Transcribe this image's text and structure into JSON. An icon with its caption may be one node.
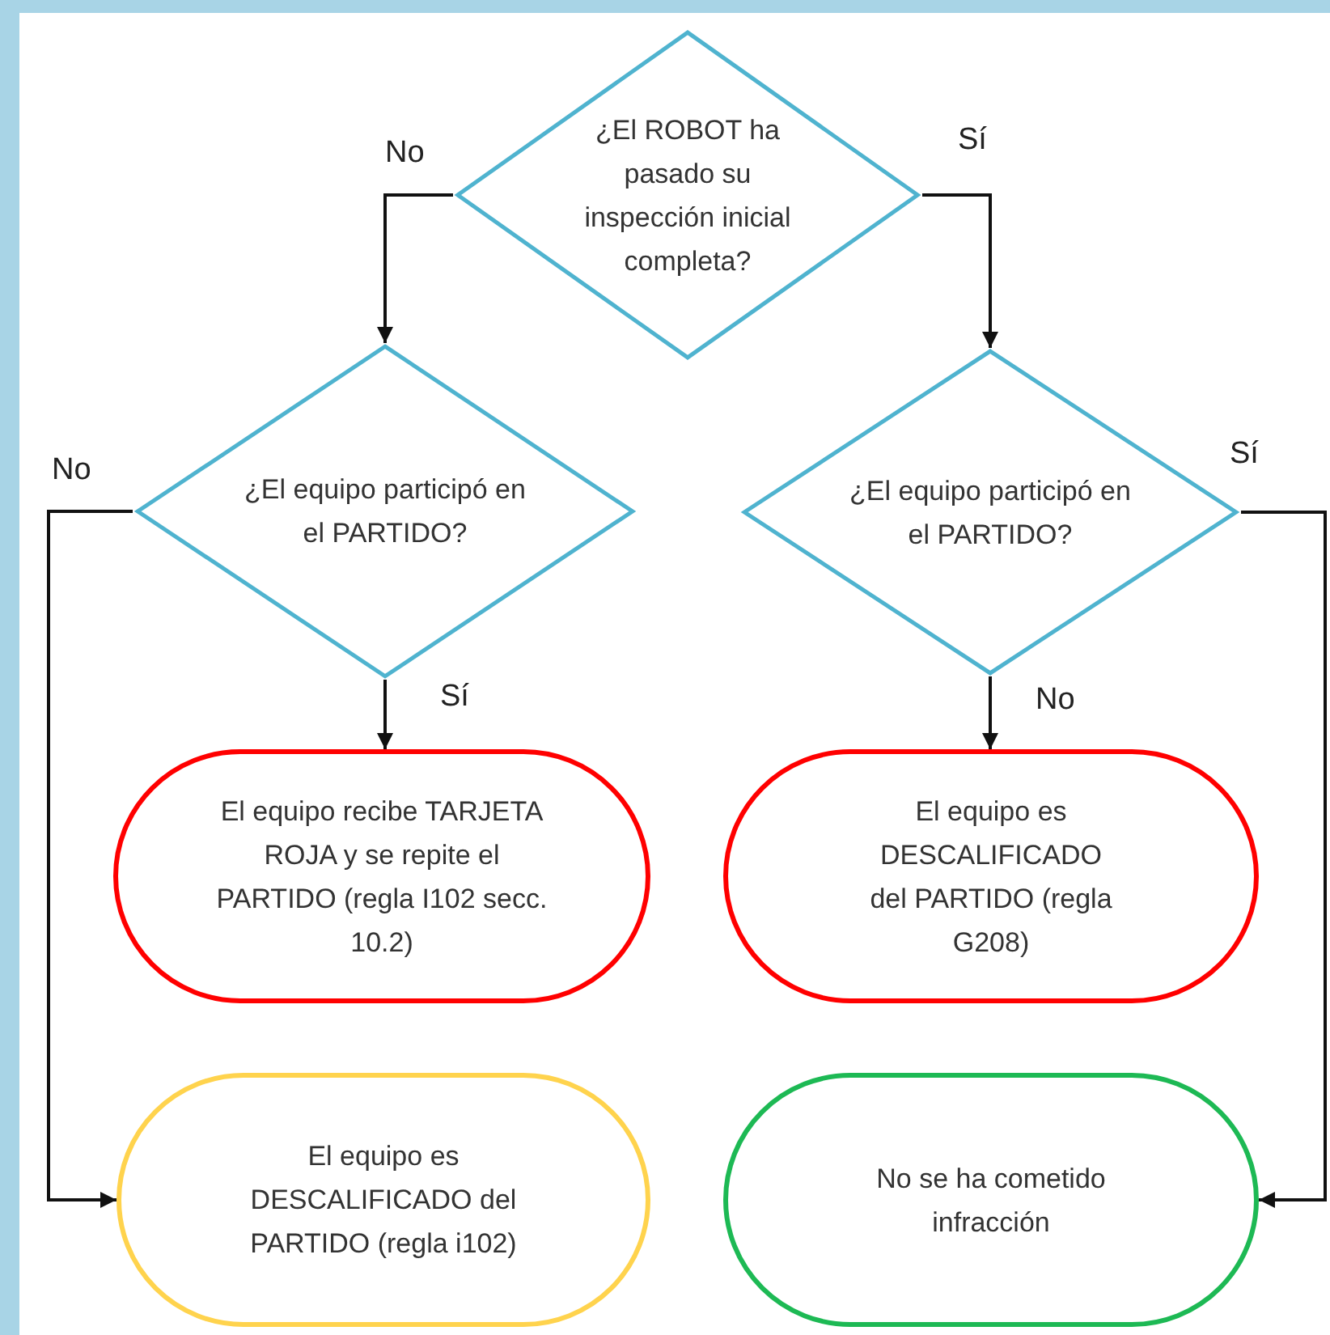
{
  "diagram": {
    "nodes": [
      {
        "text": [
          "¿El ROBOT ha pasado su inspección inicial completa?"
        ]
      },
      {
        "text": [
          "¿El equipo participó en el PARTIDO?"
        ]
      },
      {
        "text": [
          "¿El equipo participó en el PARTIDO?"
        ]
      },
      {
        "text": [
          "El equipo recibe TARJETA ROJA y se repite el PARTIDO (regla I102 secc. 10.2)"
        ]
      },
      {
        "text": [
          "El equipo es DESCALIFICADO del PARTIDO (regla G208)"
        ]
      },
      {
        "text": [
          "El equipo es DESCALIFICADO del PARTIDO (regla i102)"
        ]
      },
      {
        "text": [
          "No se ha cometido infracción"
        ]
      }
    ],
    "edges": [
      {
        "from": 0,
        "to": 1,
        "arrow": "to",
        "label": "No"
      },
      {
        "from": 0,
        "to": 2,
        "arrow": "to",
        "label": "Sí"
      },
      {
        "from": 1,
        "to": 5,
        "arrow": "to",
        "label": "No"
      },
      {
        "from": 1,
        "to": 3,
        "arrow": "to",
        "label": "Sí"
      },
      {
        "from": 2,
        "to": 4,
        "arrow": "to",
        "label": "No"
      },
      {
        "from": 2,
        "to": 6,
        "arrow": "to",
        "label": "Sí"
      }
    ]
  }
}
